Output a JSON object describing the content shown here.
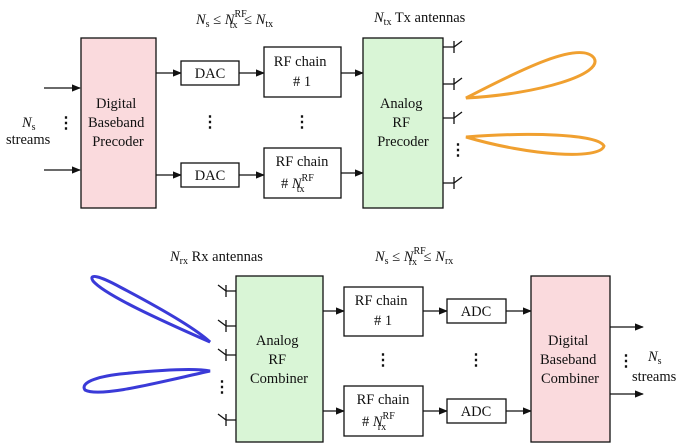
{
  "colors": {
    "digital_block": "#fadadd",
    "analog_block": "#d9f5d6",
    "tx_beam": "#f0a030",
    "rx_beam": "#3a3ad8",
    "line": "#111111"
  },
  "transmitter": {
    "constraint": {
      "Ns": "N",
      "Ns_sub": "s",
      "le1": " ≤ ",
      "Nrf": "N",
      "Nrf_sub": "tx",
      "Nrf_sup": "RF",
      "le2": " ≤ ",
      "Nmax": "N",
      "Nmax_sub": "tx"
    },
    "antennas_label": {
      "N": "N",
      "sub": "tx",
      "text": " Tx antennas"
    },
    "input_label": {
      "N": "N",
      "sub": "s",
      "streams": "streams"
    },
    "digital_block": [
      "Digital",
      "Baseband",
      "Precoder"
    ],
    "dac_label": "DAC",
    "rf_chain_1": [
      "RF chain",
      "# 1"
    ],
    "rf_chain_last": {
      "line1": "RF chain",
      "hash": "# ",
      "N": "N",
      "sub": "tx",
      "sup": "RF"
    },
    "analog_block": [
      "Analog",
      "RF",
      "Precoder"
    ],
    "dots": "⋮"
  },
  "receiver": {
    "constraint": {
      "Ns": "N",
      "Ns_sub": "s",
      "le1": " ≤ ",
      "Nrf": "N",
      "Nrf_sub": "rx",
      "Nrf_sup": "RF",
      "le2": " ≤ ",
      "Nmax": "N",
      "Nmax_sub": "rx"
    },
    "antennas_label": {
      "N": "N",
      "sub": "rx",
      "text": " Rx antennas"
    },
    "output_label": {
      "N": "N",
      "sub": "s",
      "streams": "streams"
    },
    "digital_block": [
      "Digital",
      "Baseband",
      "Combiner"
    ],
    "adc_label": "ADC",
    "rf_chain_1": [
      "RF chain",
      "# 1"
    ],
    "rf_chain_last": {
      "line1": "RF chain",
      "hash": "# ",
      "N": "N",
      "sub": "rx",
      "sup": "RF"
    },
    "analog_block": [
      "Analog",
      "RF",
      "Combiner"
    ],
    "dots": "⋮"
  }
}
